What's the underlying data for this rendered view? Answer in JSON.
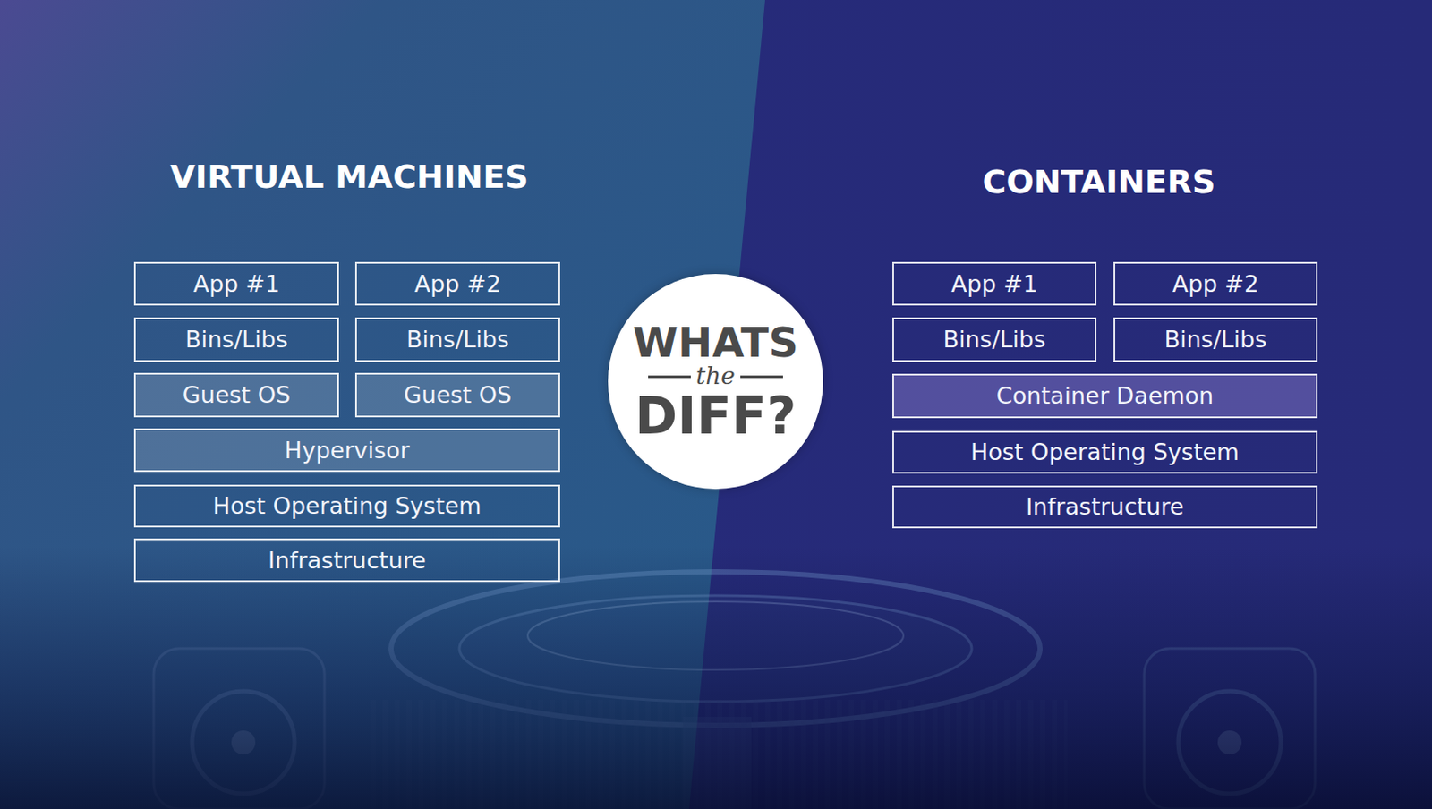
{
  "diagram": {
    "nodes": [
      {
        "text": [
          "App #1"
        ]
      },
      {
        "text": [
          "App #2"
        ]
      },
      {
        "text": [
          "Bins/Libs"
        ]
      },
      {
        "text": [
          "Bins/Libs"
        ]
      },
      {
        "text": [
          "Guest OS"
        ]
      },
      {
        "text": [
          "Guest OS"
        ]
      },
      {
        "text": [
          "Hypervisor"
        ]
      },
      {
        "text": [
          "Host Operating System"
        ]
      },
      {
        "text": [
          "Infrastructure"
        ]
      },
      {
        "text": [
          "WHATS",
          "the",
          "DIFF?"
        ]
      },
      {
        "text": [
          "App #1"
        ]
      },
      {
        "text": [
          "App #2"
        ]
      },
      {
        "text": [
          "Bins/Libs"
        ]
      },
      {
        "text": [
          "Bins/Libs"
        ]
      },
      {
        "text": [
          "Container Daemon"
        ]
      },
      {
        "text": [
          "Host Operating System"
        ]
      },
      {
        "text": [
          "Infrastructure"
        ]
      }
    ],
    "labels": [
      "VIRTUAL MACHINES",
      "CONTAINERS"
    ]
  }
}
